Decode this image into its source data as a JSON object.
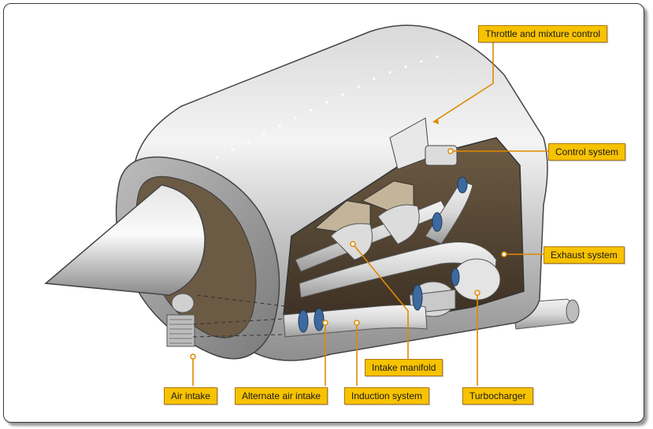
{
  "labels": {
    "throttle": "Throttle and mixture control",
    "control_system": "Control system",
    "exhaust_system": "Exhaust system",
    "intake_manifold": "Intake manifold",
    "air_intake": "Air intake",
    "alternate_air_intake": "Alternate air intake",
    "induction_system": "Induction system",
    "turbocharger": "Turbocharger"
  },
  "colors": {
    "label_fill": "#f7c200",
    "leader_line": "#e08a00",
    "cowling": "#c9c9c9",
    "interior": "#5a4a36",
    "clamp": "#3c6aa0"
  }
}
